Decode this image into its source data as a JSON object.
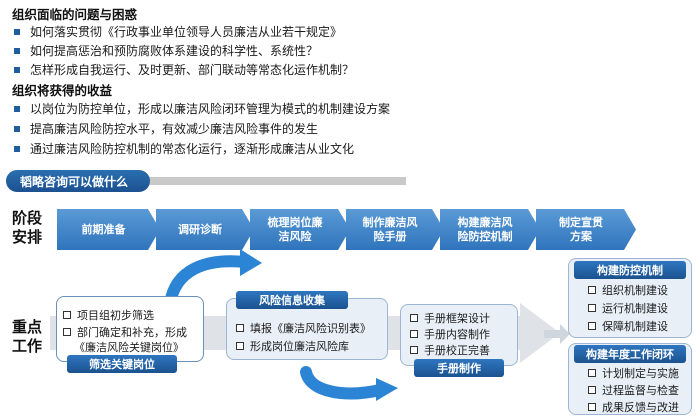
{
  "problems": {
    "title": "组织面临的问题与困惑",
    "items": [
      "如何落实贯彻《行政事业单位领导人员廉洁从业若干规定》",
      "如何提高惩治和预防腐败体系建设的科学性、系统性？",
      "怎样形成自我运行、及时更新、部门联动等常态化运作机制？"
    ]
  },
  "gains": {
    "title": "组织将获得的收益",
    "items": [
      "以岗位为防控单位，形成以廉洁风险闭环管理为模式的机制建设方案",
      "提高廉洁风险防控水平，有效减少廉洁风险事件的发生",
      "通过廉洁风险防控机制的常态化运行，逐渐形成廉洁从业文化"
    ]
  },
  "banner": "韬略咨询可以做什么",
  "stage_label": [
    "阶段",
    "安排"
  ],
  "work_label": [
    "重点",
    "工作"
  ],
  "phases": [
    [
      "前期准备"
    ],
    [
      "调研诊断"
    ],
    [
      "梳理岗位廉",
      "洁风险"
    ],
    [
      "制作廉洁风",
      "险手册"
    ],
    [
      "构建廉洁风",
      "险防控机制"
    ],
    [
      "制定宣贯",
      "方案"
    ]
  ],
  "screening": {
    "tab": "筛选关键岗位",
    "item1": "项目组初步筛选",
    "item2": "部门确定和补充，形成",
    "item2b": "《廉洁风险关键岗位》"
  },
  "risk_info": {
    "tab": "风险信息收集",
    "items": [
      "填报《廉洁风险识别表》",
      "形成岗位廉洁风险库"
    ]
  },
  "manual": {
    "tab": "手册制作",
    "items": [
      "手册框架设计",
      "手册内容制作",
      "手册校正完善"
    ]
  },
  "control": {
    "tab": "构建防控机制",
    "items": [
      "组织机制建设",
      "运行机制建设",
      "保障机制建设"
    ]
  },
  "annual": {
    "tab": "构建年度工作闭环",
    "items": [
      "计划制定与实施",
      "过程监督与检查",
      "成果反馈与改进"
    ]
  },
  "colors": {
    "accent": "#1f5d9c",
    "phase_top": "#5a9ad6",
    "phase_bottom": "#2f74bc"
  }
}
